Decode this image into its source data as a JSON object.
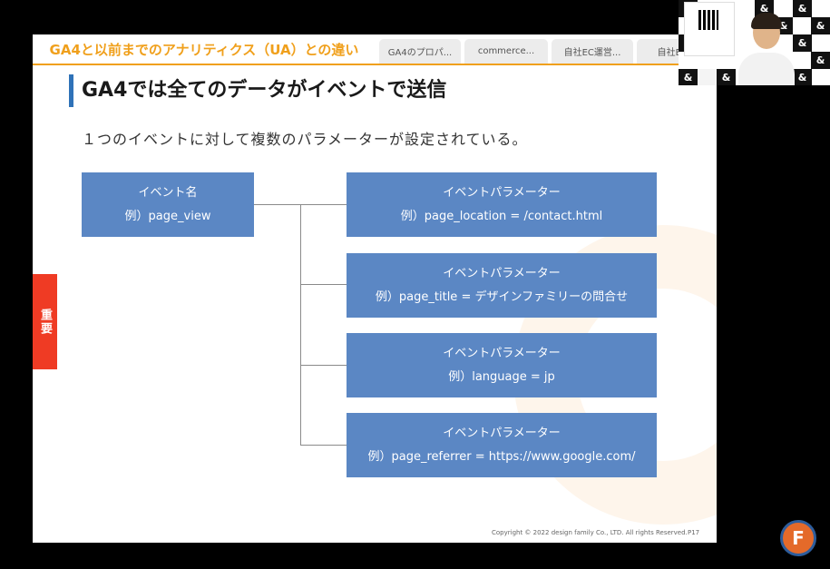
{
  "slide": {
    "tab_active": "GA4と以前までのアナリティクス（UA）との違い",
    "tabs": [
      "GA4のプロパ...",
      "commerce...",
      "自社EC運営...",
      "自社EC..."
    ],
    "title": "GA4では全てのデータがイベントで送信",
    "subtitle": "１つのイベントに対して複数のパラメーターが設定されている。",
    "event_box": {
      "heading": "イベント名",
      "example": "例）page_view"
    },
    "param_boxes": [
      {
        "heading": "イベントパラメーター",
        "example": "例）page_location = /contact.html"
      },
      {
        "heading": "イベントパラメーター",
        "example": "例）page_title = デザインファミリーの問合せ"
      },
      {
        "heading": "イベントパラメーター",
        "example": "例）language = jp"
      },
      {
        "heading": "イベントパラメーター",
        "example": "例）page_referrer = https://www.google.com/"
      }
    ],
    "badge": "重要",
    "copyright": "Copyright © 2022 design family Co., LTD. All rights Reserved.",
    "page": "P17"
  },
  "webcam": {
    "logo_glyph": "&"
  },
  "logo": {
    "glyph": "F"
  },
  "colors": {
    "accent_orange": "#f0a01c",
    "box_blue": "#5b87c4",
    "title_bar_blue": "#2f72b8",
    "badge_red": "#ef3b24"
  }
}
